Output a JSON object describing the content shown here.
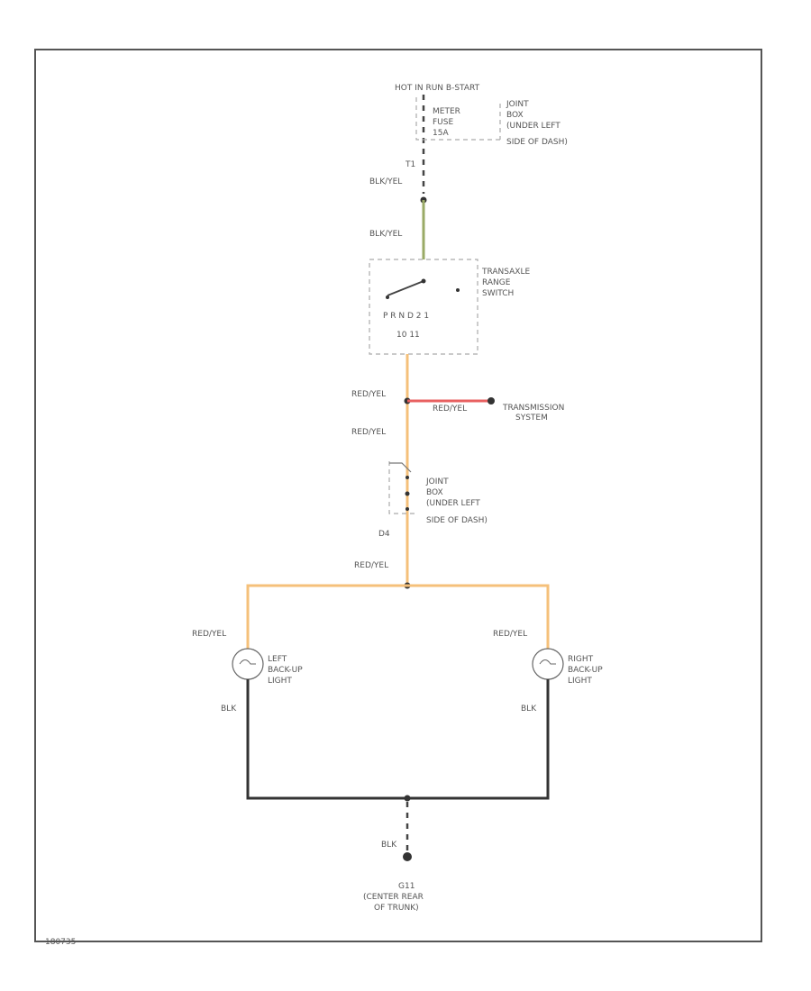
{
  "top_source": "HOT IN RUN B-START",
  "fuse": {
    "line1": "METER",
    "line2": "FUSE",
    "line3": "15A"
  },
  "joint_box_top": {
    "line1": "JOINT",
    "line2": "BOX",
    "line3": "(UNDER LEFT",
    "line4": "SIDE OF DASH)"
  },
  "pin_t1": "T1",
  "wire_blk_yel_1": "BLK/YEL",
  "wire_blk_yel_2": "BLK/YEL",
  "switch": {
    "line1": "TRANSAXLE",
    "line2": "RANGE",
    "line3": "SWITCH",
    "pins": "P R N D 2 1",
    "pin_labels": "10  11"
  },
  "wire_red_yel_1": "RED/YEL",
  "wire_red_yel_branch": "RED/YEL",
  "branch_dest": {
    "line1": "TRANSMISSION",
    "line2": "SYSTEM"
  },
  "wire_red_yel_2": "RED/YEL",
  "joint_box_mid": {
    "line1": "JOINT",
    "line2": "BOX",
    "line3": "(UNDER LEFT",
    "line4": "SIDE OF DASH)"
  },
  "pin_d4": "D4",
  "wire_red_yel_3": "RED/YEL",
  "left_lamp": {
    "wire": "RED/YEL",
    "line1": "LEFT",
    "line2": "BACK-UP",
    "line3": "LIGHT",
    "ground": "BLK"
  },
  "right_lamp": {
    "wire": "RED/YEL",
    "line1": "RIGHT",
    "line2": "BACK-UP",
    "line3": "LIGHT",
    "ground": "BLK"
  },
  "wire_blk_bottom": "BLK",
  "ground": {
    "line1": "G11",
    "line2": "(CENTER REAR",
    "line3": "OF TRUNK)"
  },
  "figure_id": "180735",
  "colors": {
    "blk_yel": "#9aaa66",
    "red_yel": "#f5c07a",
    "red_yel_branch": "#e86060",
    "blk": "#333333"
  }
}
